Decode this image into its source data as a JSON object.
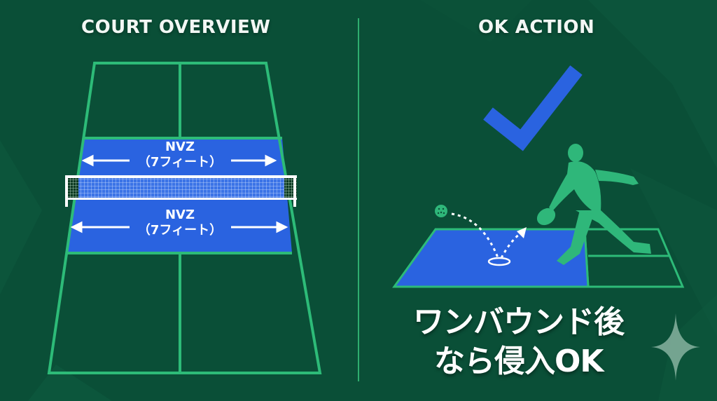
{
  "left_panel": {
    "title": "COURT OVERVIEW",
    "nvz_top": {
      "line1": "NVZ",
      "line2": "（7フィート）"
    },
    "nvz_bottom": {
      "line1": "NVZ",
      "line2": "（7フィート）"
    }
  },
  "right_panel": {
    "title": "OK ACTION",
    "caption_line1": "ワンバウンド後",
    "caption_line2": "なら侵入OK"
  },
  "icons": {
    "check": "check-icon",
    "player": "player-silhouette",
    "ball": "pickleball-icon",
    "sparkle": "sparkle-icon"
  },
  "colors": {
    "background": "#0a4f37",
    "court_line": "#2dbb78",
    "nvz_blue": "#2a63e0",
    "player_green": "#2fb77a",
    "text": "#ffffff"
  }
}
